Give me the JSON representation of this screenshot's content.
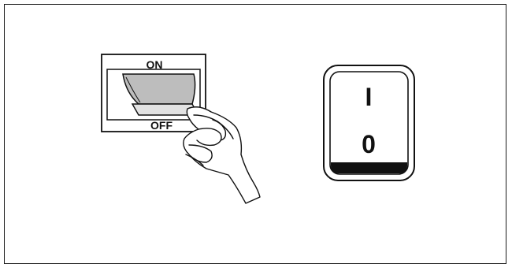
{
  "left_switch": {
    "on_label": "ON",
    "off_label": "OFF"
  },
  "right_switch": {
    "on_symbol": "I",
    "off_symbol": "0"
  },
  "icons": {
    "rocker": "rocker-switch-icon",
    "hand": "pointing-hand-icon",
    "power": "power-toggle-icon"
  }
}
